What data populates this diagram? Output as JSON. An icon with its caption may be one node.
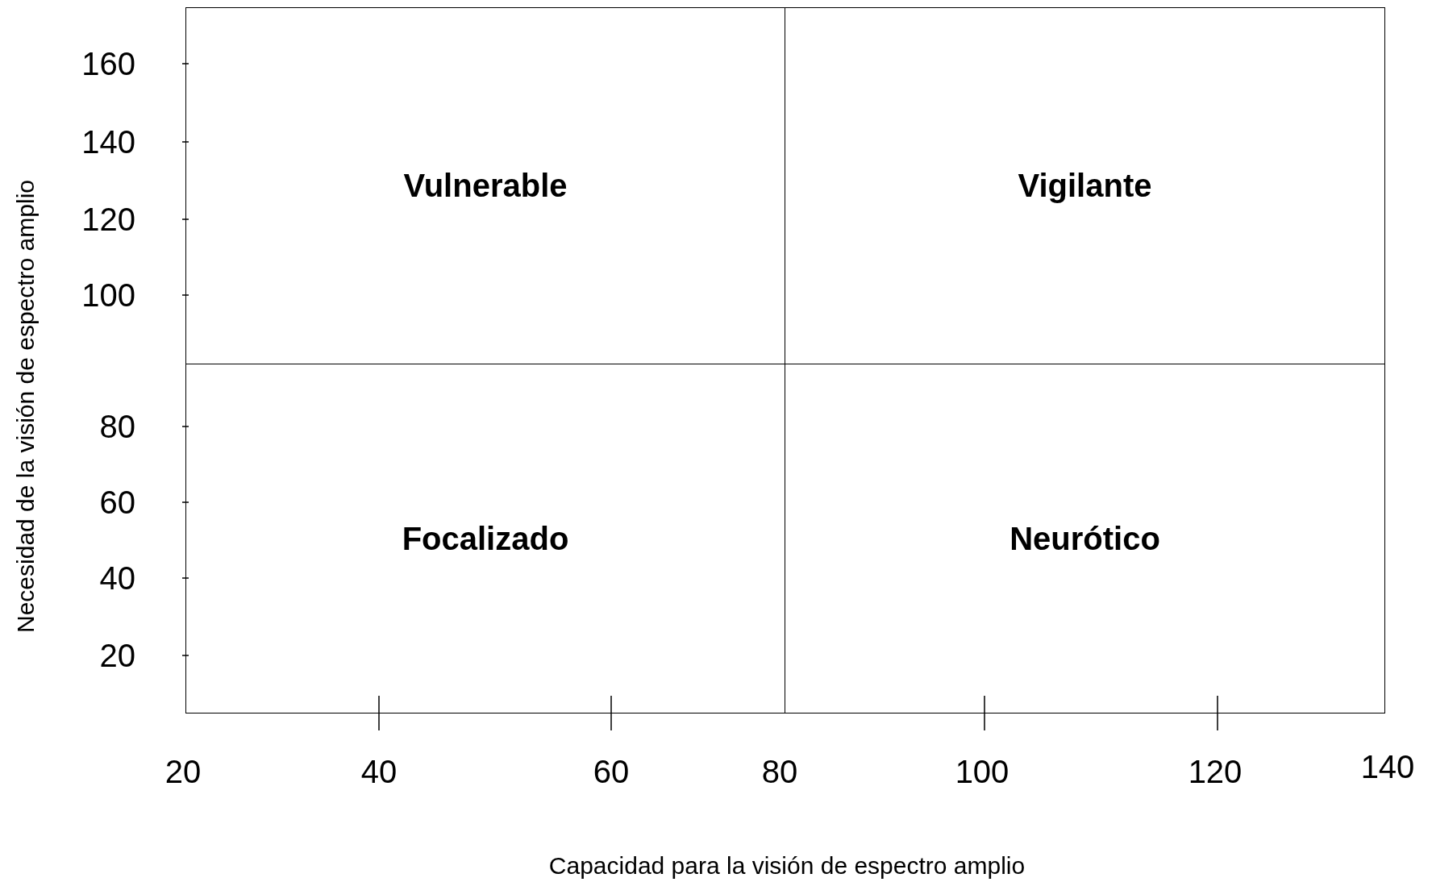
{
  "diagram": {
    "nodes": [
      {
        "text": [
          "Vulnerable"
        ]
      },
      {
        "text": [
          "Vigilante"
        ]
      },
      {
        "text": [
          "Focalizado"
        ]
      },
      {
        "text": [
          "Neurótico"
        ]
      }
    ],
    "labels": [
      "160",
      "140",
      "120",
      "100",
      "80",
      "60",
      "40",
      "20",
      "Necesidad de la visión de espectro amplio",
      "20",
      "40",
      "60",
      "80",
      "100",
      "120",
      "140",
      "Capacidad para la visión de espectro amplio"
    ]
  }
}
